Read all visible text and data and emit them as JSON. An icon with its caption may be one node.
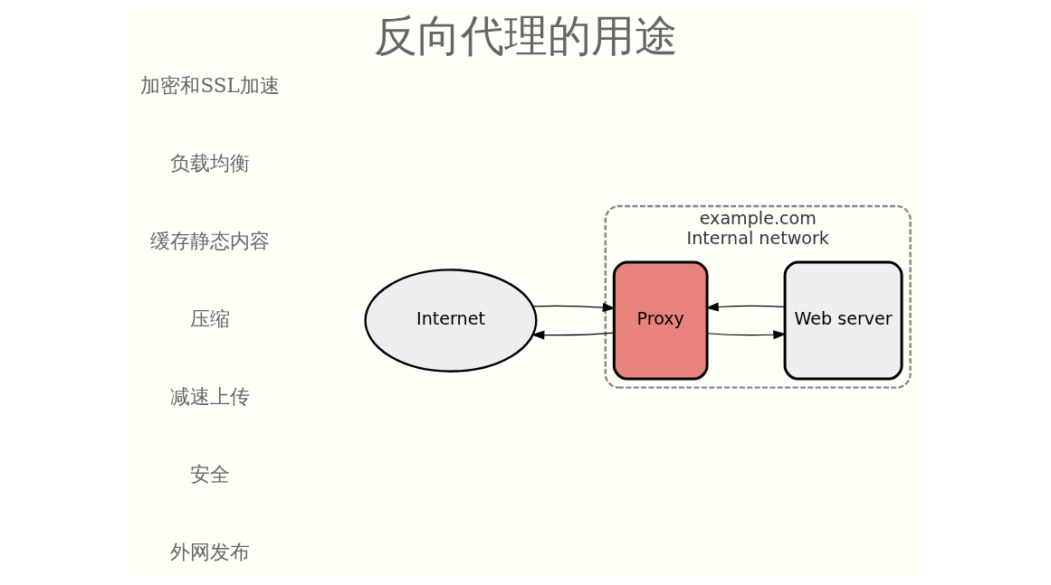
{
  "diagram": {
    "title": "反向代理的用途",
    "nodes": [
      {
        "text": [
          "Internet"
        ]
      },
      {
        "text": [
          "example.com",
          "Internal network"
        ]
      },
      {
        "text": [
          "Proxy"
        ],
        "in": 1
      },
      {
        "text": [
          "Web server"
        ],
        "in": 1
      }
    ],
    "edges": [
      {
        "from": 0,
        "to": 2,
        "arrow": "to"
      },
      {
        "from": 2,
        "to": 0,
        "arrow": "to"
      },
      {
        "from": 2,
        "to": 3,
        "arrow": "to"
      },
      {
        "from": 3,
        "to": 2,
        "arrow": "to"
      }
    ],
    "labels": [
      "加密和SSL加速",
      "负载均衡",
      "缓存静态内容",
      "压缩",
      "减速上传",
      "安全",
      "外网发布"
    ]
  }
}
